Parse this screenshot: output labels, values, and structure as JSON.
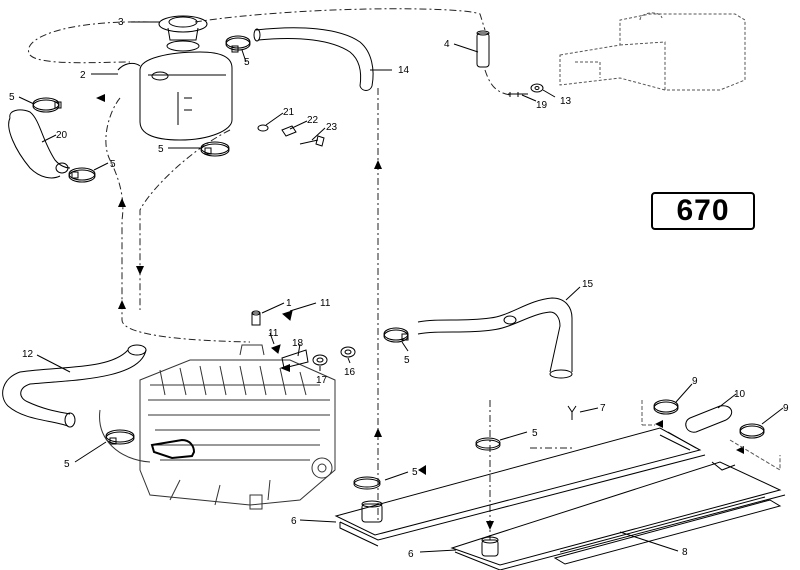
{
  "diagram": {
    "model_label": "670",
    "callouts": {
      "c1": "1",
      "c2": "2",
      "c3": "3",
      "c4": "4",
      "c5a": "5",
      "c5b": "5",
      "c5c": "5",
      "c5d": "5",
      "c5e": "5",
      "c5f": "5",
      "c5g": "5",
      "c5h": "5",
      "c6a": "6",
      "c6b": "6",
      "c7": "7",
      "c8": "8",
      "c9a": "9",
      "c9b": "9",
      "c10": "10",
      "c11a": "11",
      "c11b": "11",
      "c12": "12",
      "c13": "13",
      "c14": "14",
      "c15": "15",
      "c16": "16",
      "c17": "17",
      "c18": "18",
      "c19": "19",
      "c20": "20",
      "c21": "21",
      "c22": "22",
      "c23": "23"
    }
  }
}
